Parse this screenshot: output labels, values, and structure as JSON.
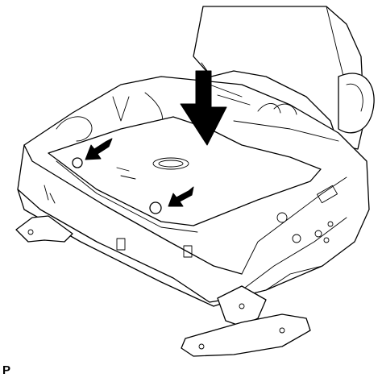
{
  "figure": {
    "corner_code": "P",
    "background": "#ffffff",
    "line_color": "#000000",
    "callouts": [
      {
        "type": "large-arrow",
        "meaning": "push-down"
      },
      {
        "type": "small-arrow",
        "meaning": "points-to-hole"
      },
      {
        "type": "small-arrow",
        "meaning": "points-to-hole"
      }
    ]
  }
}
